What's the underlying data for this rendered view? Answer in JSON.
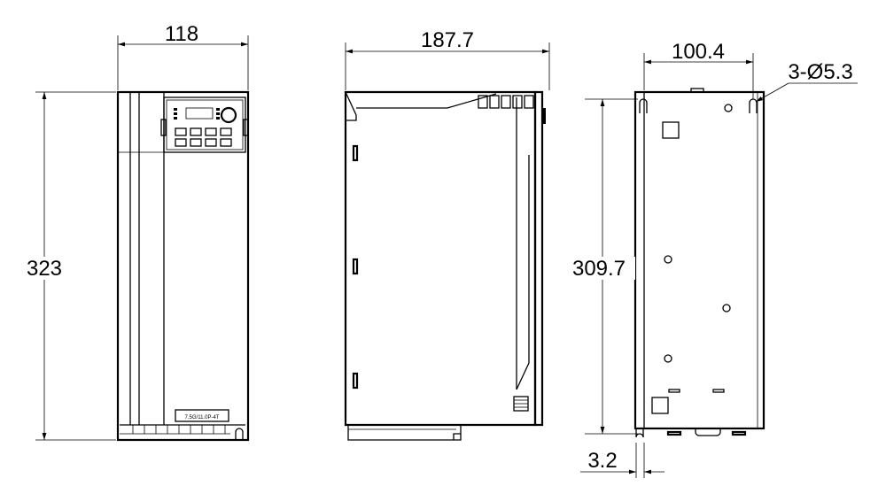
{
  "dimensions": {
    "front_width": "118",
    "front_height": "323",
    "side_depth": "187.7",
    "mount_width": "100.4",
    "mount_height": "309.7",
    "mount_holes": "3-Ø5.3",
    "flange_offset": "3.2"
  },
  "nameplate_label": "7.5G/11.0P-4T"
}
